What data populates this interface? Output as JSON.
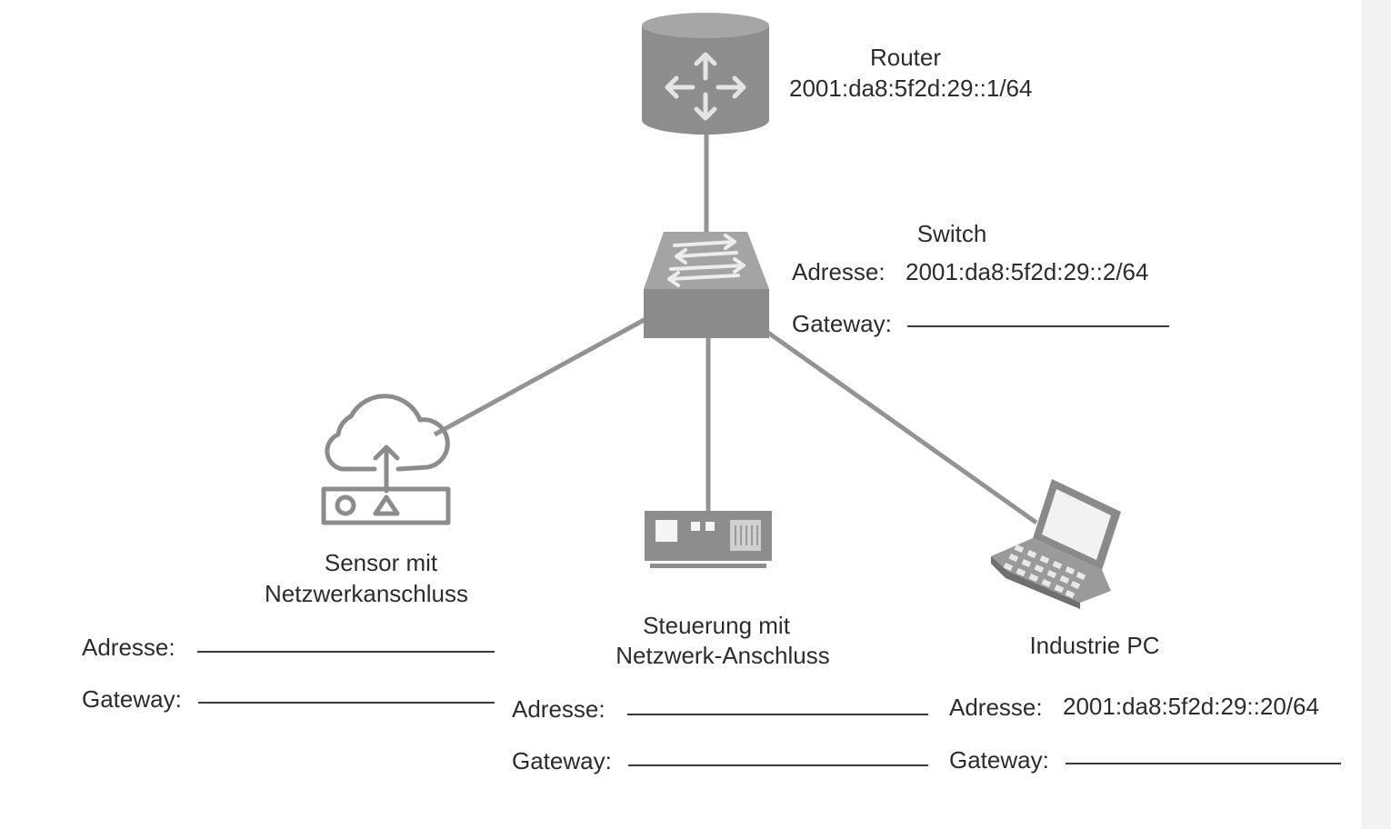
{
  "router": {
    "name": "Router",
    "address": "2001:da8:5f2d:29::1/64"
  },
  "switch": {
    "name": "Switch",
    "address_label": "Adresse:",
    "address": "2001:da8:5f2d:29::2/64",
    "gateway_label": "Gateway:"
  },
  "sensor": {
    "name_line1": "Sensor mit",
    "name_line2": "Netzwerkanschluss",
    "address_label": "Adresse:",
    "gateway_label": "Gateway:"
  },
  "controller": {
    "name_line1": "Steuerung mit",
    "name_line2": "Netzwerk-Anschluss",
    "address_label": "Adresse:",
    "gateway_label": "Gateway:"
  },
  "pc": {
    "name": "Industrie PC",
    "address_label": "Adresse:",
    "address": "2001:da8:5f2d:29::20/64",
    "gateway_label": "Gateway:"
  },
  "colors": {
    "device_gray": "#8a8a8a",
    "line_gray": "#909090"
  },
  "icons": [
    "router-icon",
    "switch-icon",
    "cloud-sensor-icon",
    "controller-icon",
    "laptop-icon"
  ]
}
